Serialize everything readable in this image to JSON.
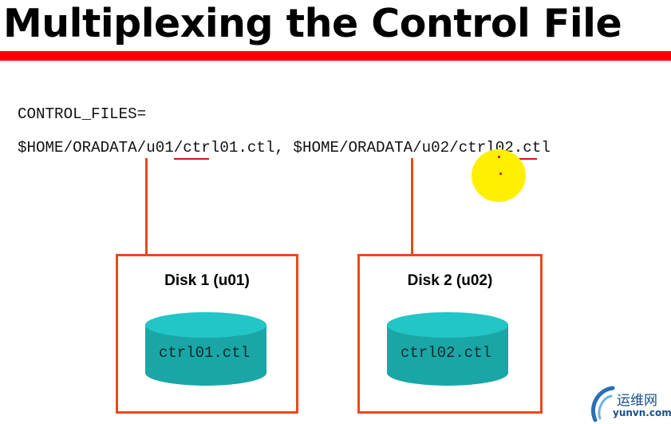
{
  "slide": {
    "title": "Multiplexing the Control File",
    "param_line": "CONTROL_FILES=",
    "path_line": "$HOME/ORADATA/u01/ctrl01.ctl, $HOME/ORADATA/u02/ctrl02.ctl"
  },
  "disks": [
    {
      "title": "Disk 1 (u01)",
      "file": "ctrl01.ctl"
    },
    {
      "title": "Disk 2 (u02)",
      "file": "ctrl02.ctl"
    }
  ],
  "watermark": {
    "name_cn": "运维网",
    "domain": "yunvn.com"
  },
  "colors": {
    "accent_red": "#ff0000",
    "box_orange": "#e84a1d",
    "cylinder_teal": "#1aa6a6",
    "pointer_yellow": "#fff000"
  }
}
